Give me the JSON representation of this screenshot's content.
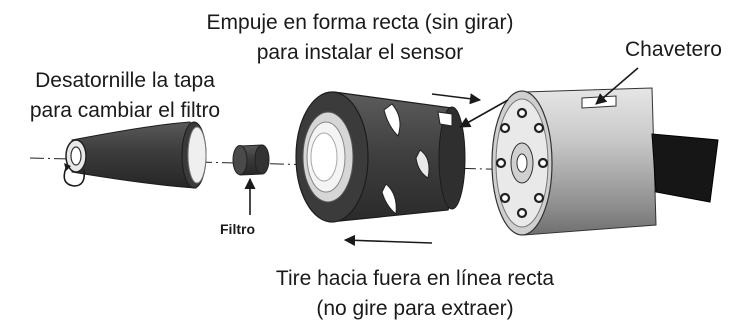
{
  "labels": {
    "push_line1": "Empuje en forma recta (sin girar)",
    "push_line2": "para instalar el sensor",
    "keyway": "Chavetero",
    "unscrew_line1": "Desatornille la tapa",
    "unscrew_line2": "para cambiar el filtro",
    "filter": "Filtro",
    "pull_line1": "Tire hacia fuera en línea recta",
    "pull_line2": "(no gire para extraer)"
  },
  "parts": [
    "cap",
    "filter",
    "sleeve",
    "sensor",
    "cable"
  ],
  "colors": {
    "text": "#1a1a1a",
    "part_dark": "#3b3b3b",
    "part_light": "#d9d9d9",
    "sensor_body": "#b8b8b8"
  }
}
